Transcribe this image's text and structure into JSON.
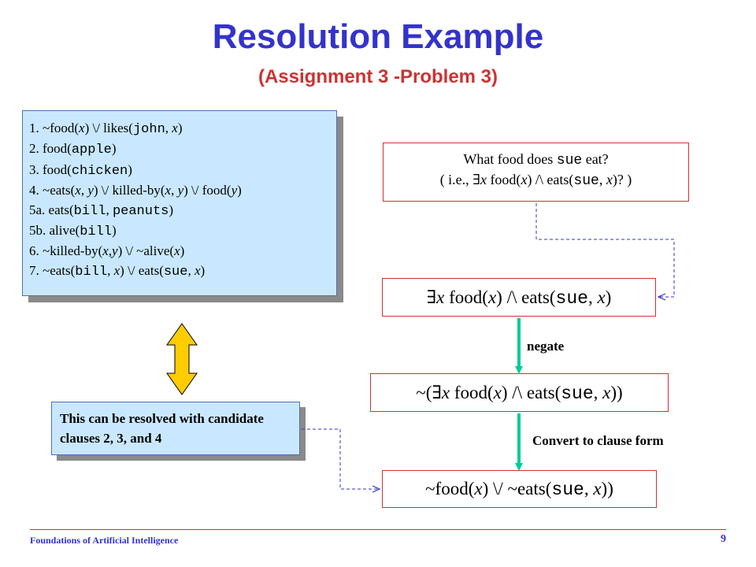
{
  "title": "Resolution Example",
  "subtitle": "(Assignment 3 -Problem 3)",
  "clauses": [
    {
      "html": "1. ~food(<i>x</i>) \\/ likes(<span class='mono'>john</span>, <i>x</i>)"
    },
    {
      "html": "2. food(<span class='mono'>apple</span>)"
    },
    {
      "html": "3. food(<span class='mono'>chicken</span>)"
    },
    {
      "html": "4. ~eats(<i>x</i>, <i>y</i>) \\/ killed-by(<i>x</i>, <i>y</i>) \\/ food(<i>y</i>)"
    },
    {
      "html": "5a. eats(<span class='mono'>bill</span>, <span class='mono'>peanuts</span>)"
    },
    {
      "html": "5b. alive(<span class='mono'>bill</span>)"
    },
    {
      "html": "6. ~killed-by(<i>x</i>,<i>y</i>) \\/ ~alive(<i>x</i>)"
    },
    {
      "html": "7. ~eats(<span class='mono'>bill</span>, <i>x</i>) \\/ eats(<span class='mono'>sue</span>, <i>x</i>)"
    }
  ],
  "question": {
    "line1_html": "What food does <span class='mono'>sue</span> eat?",
    "line2_html": "( i.e., &#8707;<i>x</i> food(<i>x</i>) /\\ eats(<span class='mono'>sue</span>, <i>x</i>)? )"
  },
  "formula1_html": "&#8707;<i>x</i> food(<i>x</i>) /\\ eats(<span class='mono'>sue</span>, <i>x</i>)",
  "formula2_html": "~(&#8707;<i>x</i> food(<i>x</i>) /\\ eats(<span class='mono'>sue</span>, <i>x</i>))",
  "formula3_html": "~food(<i>x</i>) \\/ ~eats(<span class='mono'>sue</span>, <i>x</i>))",
  "arrow_label_negate": "negate",
  "arrow_label_convert": "Convert to clause form",
  "note_text": "This can be resolved with candidate clauses 2, 3, and 4",
  "footer_text": "Foundations of Artificial Intelligence",
  "page_number": "9",
  "colors": {
    "title": "#3333cc",
    "subtitle": "#cc3333",
    "box_fill": "#c9e8ff",
    "box_border": "#cc3333",
    "teal_arrow": "#00cc99",
    "yellow_arrow": "#ffcc00",
    "dashed_connector": "#3333cc"
  }
}
